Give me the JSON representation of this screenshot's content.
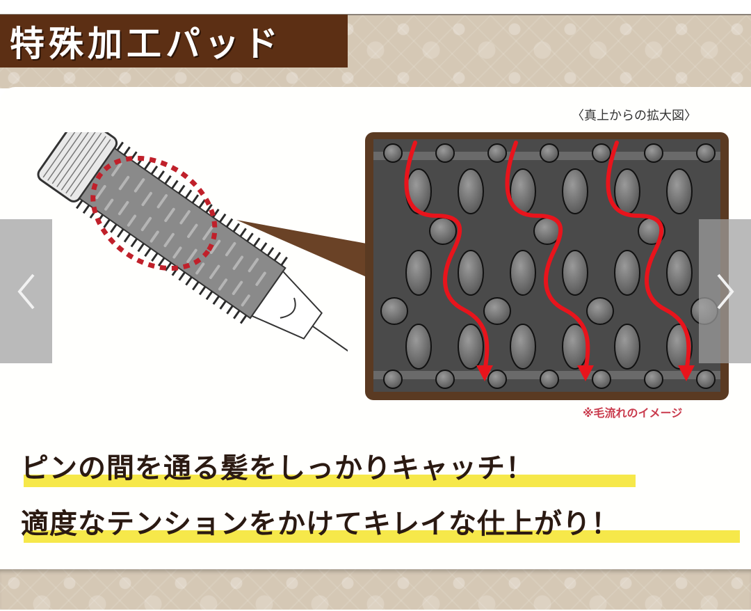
{
  "header": {
    "title": "特殊加工パッド"
  },
  "diagram": {
    "zoom_caption": "〈真上からの拡大図〉",
    "note": "※毛流れのイメージ",
    "colors": {
      "frame": "#5a3a22",
      "pad": "#4a4a4a",
      "pin": "#6e6e6e",
      "flow_arrow": "#e8141c",
      "dotted_circle": "#c0202a"
    }
  },
  "headline": {
    "line1": "ピンの間を通る髪をしっかりキャッチ！",
    "line2": "適度なテンションをかけてキレイな仕上がり！",
    "highlight_color": "#f6e84a"
  },
  "carousel": {
    "prev_icon": "chevron-left-icon",
    "next_icon": "chevron-right-icon"
  },
  "colors": {
    "title_bg": "#5c2f14",
    "band_bg": "#d5c8b5",
    "text": "#2b1a12"
  }
}
